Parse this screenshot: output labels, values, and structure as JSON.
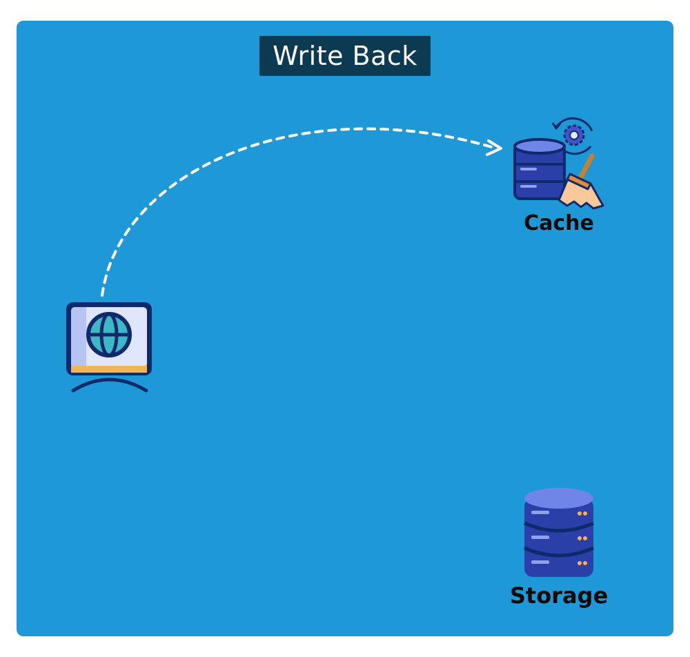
{
  "title": "Write Back",
  "nodes": {
    "client": {
      "icon": "browser-monitor-icon"
    },
    "cache": {
      "label": "Cache",
      "icon": "cache-database-icon"
    },
    "storage": {
      "label": "Storage",
      "icon": "storage-database-icon"
    }
  },
  "edges": [
    {
      "from": "client",
      "to": "cache",
      "style": "dashed",
      "arrow": "end"
    }
  ],
  "colors": {
    "panel": "#1e98d6",
    "title_bg": "#0b3a52",
    "title_text": "#ffffff",
    "edge": "#ffffff",
    "label_text": "#0a0a0a"
  }
}
